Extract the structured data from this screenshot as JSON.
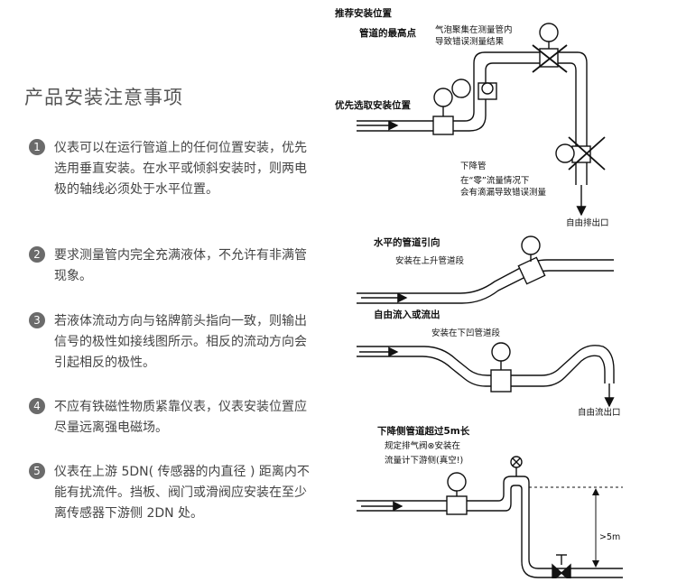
{
  "title": "产品安装注意事项",
  "notes": [
    {
      "num": "1",
      "text": "仪表可以在运行管道上的任何位置安装，优先选用垂直安装。在水平或倾斜安装时，则两电极的轴线必须处于水平位置。"
    },
    {
      "num": "2",
      "text": "要求测量管内完全充满液体，不允许有非满管现象。"
    },
    {
      "num": "3",
      "text": "若液体流动方向与铭牌箭头指向一致，则输出信号的极性如接线图所示。相反的流动方向会引起相反的极性。"
    },
    {
      "num": "4",
      "text": "不应有铁磁性物质紧靠仪表，仪表安装位置应尽量远离强电磁场。"
    },
    {
      "num": "5",
      "text": "仪表在上游 5DN( 传感器的内直径 ) 距离内不能有扰流件。挡板、阀门或滑阀应安装在至少离传感器下游侧 2DN 处。"
    }
  ],
  "diagram1": {
    "heading": "推荐安装位置",
    "highest_point": "管道的最高点",
    "bubble_note_1": "气泡聚集在测量管内",
    "bubble_note_2": "导致错误测量结果",
    "preferred": "优先选取安装位置",
    "downpipe": "下降管",
    "zero_note_1": "在“零”流量情况下",
    "zero_note_2": "会有滴漏导致错误测量",
    "outlet": "自由排出口"
  },
  "diagram2": {
    "heading": "水平的管道引向",
    "note": "安装在上升管道段"
  },
  "diagram3": {
    "heading": "自由流入或流出",
    "note": "安装在下凹管道段",
    "outlet": "自由流出口"
  },
  "diagram4": {
    "heading": "下降侧管道超过5m长",
    "note_1": "规定排气阀⊗安装在",
    "note_2": "流量计下游侧(真空!)",
    "dimension": ">5m"
  }
}
